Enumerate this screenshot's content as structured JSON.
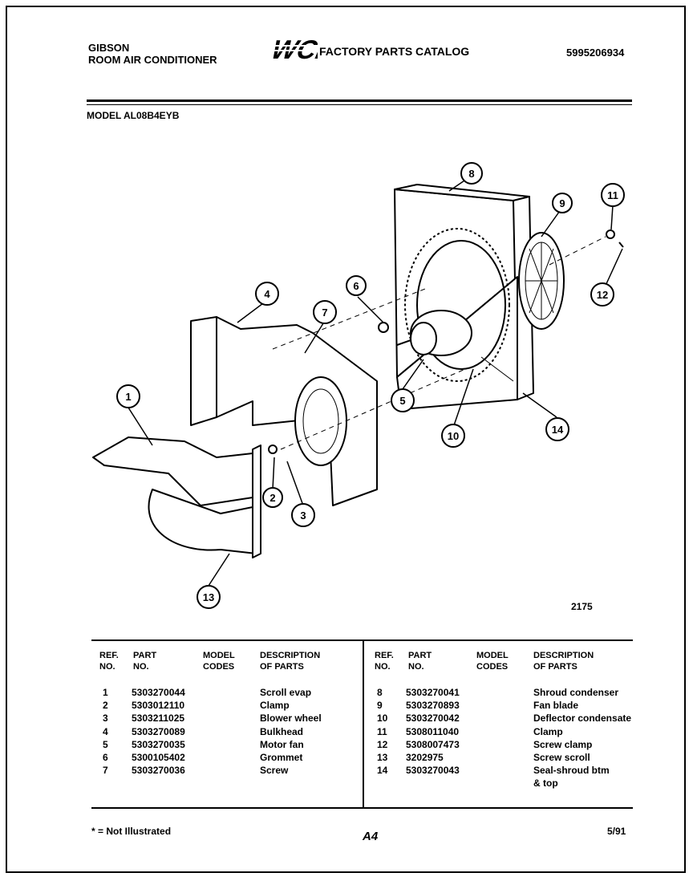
{
  "header": {
    "brand_line1": "GIBSON",
    "brand_line2": "ROOM AIR CONDITIONER",
    "logo_text": "WCI",
    "catalog_title": "FACTORY PARTS CATALOG",
    "catalog_number": "5995206934",
    "model_label": "MODEL AL08B4EYB"
  },
  "diagram": {
    "figure_number": "2175",
    "callouts": [
      "1",
      "2",
      "3",
      "4",
      "5",
      "6",
      "7",
      "8",
      "9",
      "10",
      "11",
      "12",
      "13",
      "14"
    ]
  },
  "table": {
    "headers": {
      "ref_line1": "REF.",
      "ref_line2": "NO.",
      "part_line1": "PART",
      "part_line2": "NO.",
      "model_line1": "MODEL",
      "model_line2": "CODES",
      "desc_line1": "DESCRIPTION",
      "desc_line2": "OF PARTS"
    },
    "left_rows": [
      {
        "ref": "1",
        "part": "5303270044",
        "model": "",
        "desc": "Scroll evap"
      },
      {
        "ref": "2",
        "part": "5303012110",
        "model": "",
        "desc": "Clamp"
      },
      {
        "ref": "3",
        "part": "5303211025",
        "model": "",
        "desc": "Blower wheel"
      },
      {
        "ref": "4",
        "part": "5303270089",
        "model": "",
        "desc": "Bulkhead"
      },
      {
        "ref": "5",
        "part": "5303270035",
        "model": "",
        "desc": "Motor fan"
      },
      {
        "ref": "6",
        "part": "5300105402",
        "model": "",
        "desc": "Grommet"
      },
      {
        "ref": "7",
        "part": "5303270036",
        "model": "",
        "desc": "Screw"
      }
    ],
    "right_rows": [
      {
        "ref": "8",
        "part": "5303270041",
        "model": "",
        "desc": "Shroud condenser"
      },
      {
        "ref": "9",
        "part": "5303270893",
        "model": "",
        "desc": "Fan blade"
      },
      {
        "ref": "10",
        "part": "5303270042",
        "model": "",
        "desc": "Deflector condensate"
      },
      {
        "ref": "11",
        "part": "5308011040",
        "model": "",
        "desc": "Clamp"
      },
      {
        "ref": "12",
        "part": "5308007473",
        "model": "",
        "desc": "Screw clamp"
      },
      {
        "ref": "13",
        "part": "3202975",
        "model": "",
        "desc": "Screw scroll"
      },
      {
        "ref": "14",
        "part": "5303270043",
        "model": "",
        "desc": "Seal-shroud btm"
      },
      {
        "ref": "",
        "part": "",
        "model": "",
        "desc": "& top"
      }
    ]
  },
  "footer": {
    "note": "* = Not Illustrated",
    "page": "A4",
    "date": "5/91"
  }
}
